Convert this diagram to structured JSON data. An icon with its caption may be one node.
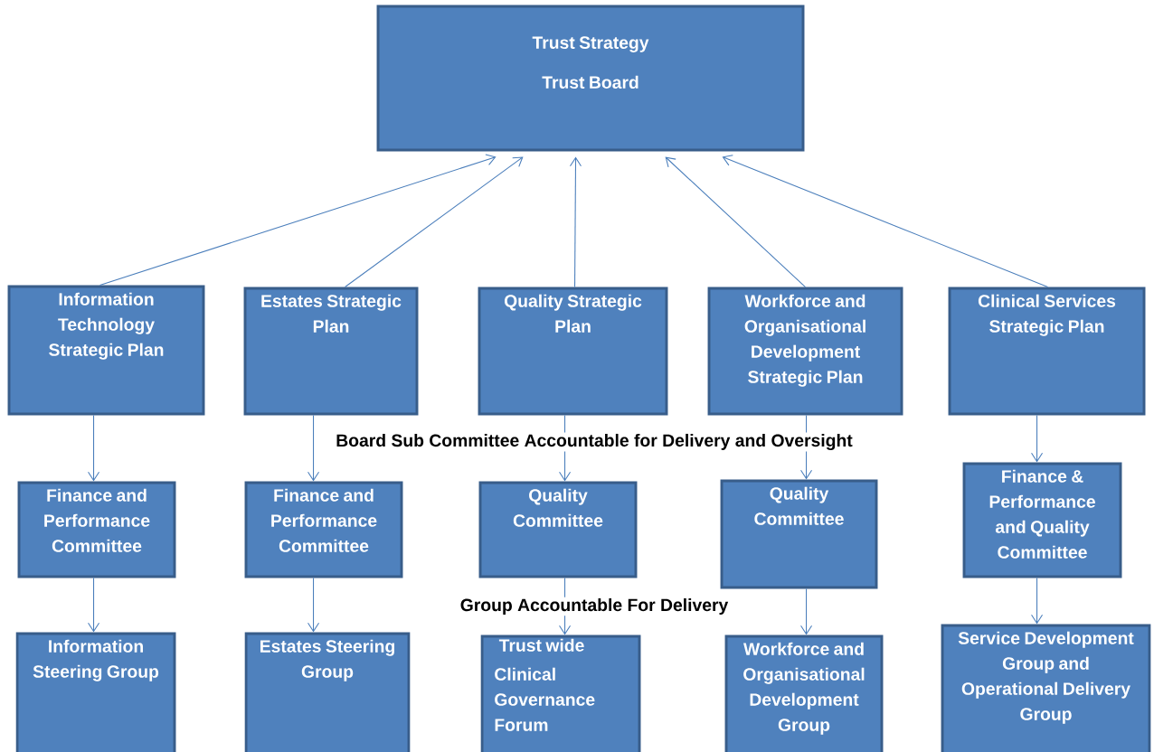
{
  "diagram": {
    "nodes": [
      {
        "text": [
          "Trust Strategy",
          "Trust Board"
        ]
      },
      {
        "text": [
          "Information Technology Strategic Plan"
        ]
      },
      {
        "text": [
          "Estates Strategic Plan"
        ]
      },
      {
        "text": [
          "Quality  Strategic Plan"
        ]
      },
      {
        "text": [
          "Workforce and Organisational Development Strategic Plan"
        ]
      },
      {
        "text": [
          "Clinical Services Strategic Plan"
        ]
      },
      {
        "text": [
          "Finance and Performance Committee"
        ]
      },
      {
        "text": [
          "Finance and Performance Committee"
        ]
      },
      {
        "text": [
          "Quality Committee"
        ]
      },
      {
        "text": [
          "Quality Committee"
        ]
      },
      {
        "text": [
          "Finance & Performance and Quality Committee"
        ]
      },
      {
        "text": [
          "Information Steering Group"
        ]
      },
      {
        "text": [
          "Estates Steering Group"
        ]
      },
      {
        "text": [
          "Trust wide Clinical Governance Forum"
        ]
      },
      {
        "text": [
          "Workforce and Organisational Development Group"
        ]
      },
      {
        "text": [
          "Service Development Group and Operational Delivery Group"
        ]
      }
    ],
    "edges": [
      {
        "from": 1,
        "to": 0,
        "arrow": "to"
      },
      {
        "from": 2,
        "to": 0,
        "arrow": "to"
      },
      {
        "from": 3,
        "to": 0,
        "arrow": "to"
      },
      {
        "from": 4,
        "to": 0,
        "arrow": "to"
      },
      {
        "from": 5,
        "to": 0,
        "arrow": "to"
      },
      {
        "from": 1,
        "to": 6,
        "arrow": "to"
      },
      {
        "from": 2,
        "to": 7,
        "arrow": "to"
      },
      {
        "from": 3,
        "to": 8,
        "arrow": "to"
      },
      {
        "from": 4,
        "to": 9,
        "arrow": "to"
      },
      {
        "from": 5,
        "to": 10,
        "arrow": "to"
      },
      {
        "from": 6,
        "to": 11,
        "arrow": "to"
      },
      {
        "from": 7,
        "to": 12,
        "arrow": "to"
      },
      {
        "from": 8,
        "to": 13,
        "arrow": "to"
      },
      {
        "from": 9,
        "to": 14,
        "arrow": "to"
      },
      {
        "from": 10,
        "to": 15,
        "arrow": "to"
      }
    ],
    "labels": [
      "Board Sub Committee Accountable for Delivery and Oversight",
      "Group Accountable For Delivery"
    ]
  }
}
